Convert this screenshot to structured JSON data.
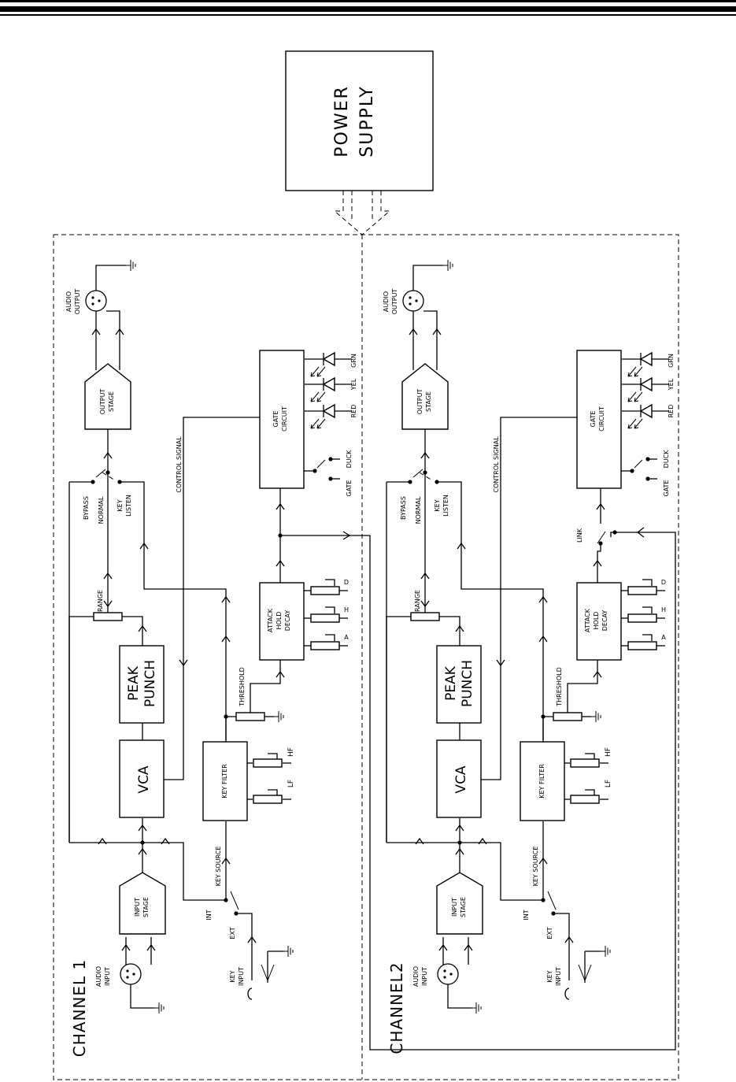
{
  "power_supply": {
    "line1": "POWER",
    "line2": "SUPPLY"
  },
  "channels": [
    {
      "title": "CHANNEL 1",
      "audio_input": [
        "AUDIO",
        "INPUT"
      ],
      "input_stage": [
        "INPUT",
        "STAGE"
      ],
      "vca": "VCA",
      "peak_punch": [
        "PEAK",
        "PUNCH"
      ],
      "range": "RANGE",
      "switch_bypass": "BYPASS",
      "switch_normal": "NORMAL",
      "switch_key_listen": [
        "KEY",
        "LISTEN"
      ],
      "output_stage": [
        "OUTPUT",
        "STAGE"
      ],
      "audio_output": [
        "AUDIO",
        "OUTPUT"
      ],
      "control_signal": "CONTROL SIGNAL",
      "key_source": "KEY SOURCE",
      "int": "INT",
      "ext": "EXT",
      "key_input": [
        "KEY",
        "INPUT"
      ],
      "key_filter": "KEY FILTER",
      "lf": "LF",
      "hf": "HF",
      "threshold": "THRESHOLD",
      "ahd": [
        "ATTACK",
        "HOLD",
        "DECAY"
      ],
      "pot_a": "A",
      "pot_h": "H",
      "pot_d": "D",
      "gate_circuit": [
        "GATE",
        "CIRCUIT"
      ],
      "gate": "GATE",
      "duck": "DUCK",
      "led_red": "RED",
      "led_yel": "YEL",
      "led_grn": "GRN",
      "link": ""
    },
    {
      "title": "CHANNEL2",
      "audio_input": [
        "AUDIO",
        "INPUT"
      ],
      "input_stage": [
        "INPUT",
        "STAGE"
      ],
      "vca": "VCA",
      "peak_punch": [
        "PEAK",
        "PUNCH"
      ],
      "range": "RANGE",
      "switch_bypass": "BYPASS",
      "switch_normal": "NORMAL",
      "switch_key_listen": [
        "KEY",
        "LISTEN"
      ],
      "output_stage": [
        "OUTPUT",
        "STAGE"
      ],
      "audio_output": [
        "AUDIO",
        "OUTPUT"
      ],
      "control_signal": "CONTROL SIGNAL",
      "key_source": "KEY SOURCE",
      "int": "INT",
      "ext": "EXT",
      "key_input": [
        "KEY",
        "INPUT"
      ],
      "key_filter": "KEY FILTER",
      "lf": "LF",
      "hf": "HF",
      "threshold": "THRESHOLD",
      "ahd": [
        "ATTACK",
        "HOLD",
        "DECAY"
      ],
      "pot_a": "A",
      "pot_h": "H",
      "pot_d": "D",
      "gate_circuit": [
        "GATE",
        "CIRCUIT"
      ],
      "gate": "GATE",
      "duck": "DUCK",
      "led_red": "RED",
      "led_yel": "YEL",
      "led_grn": "GRN",
      "link": "LINK"
    }
  ]
}
